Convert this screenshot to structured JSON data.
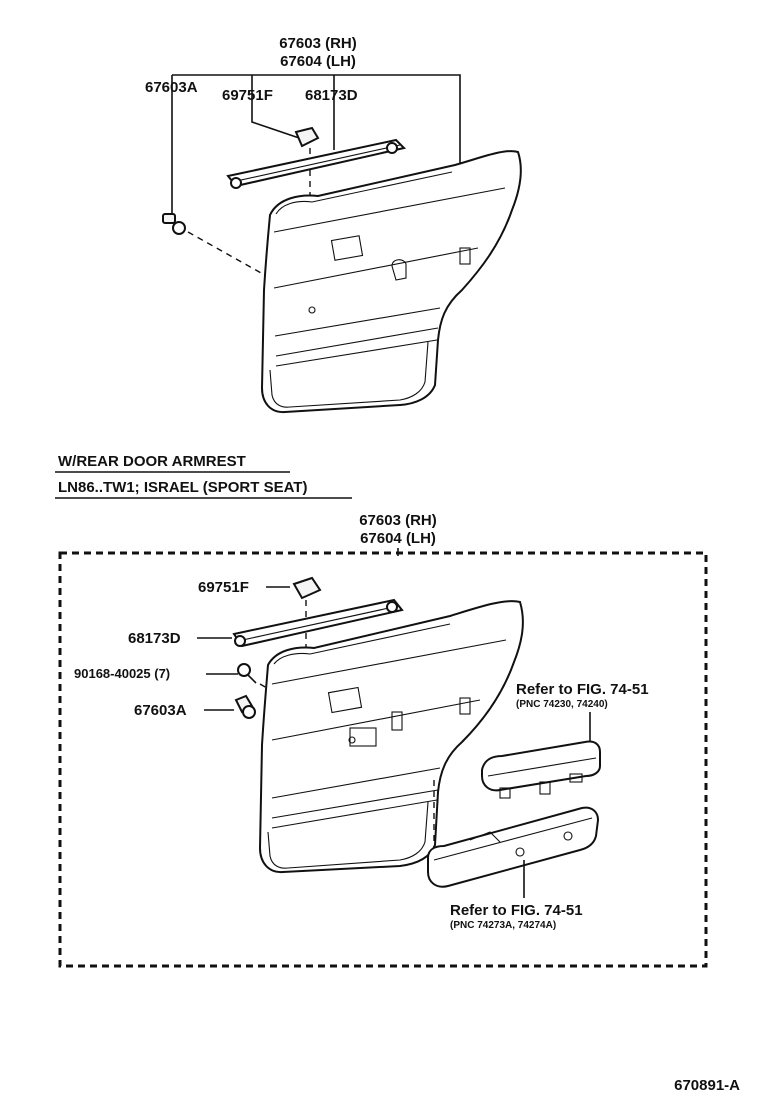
{
  "top_section": {
    "panel_rh": "67603 (RH)",
    "panel_lh": "67604 (LH)",
    "clip_label": "67603A",
    "cover_label": "69751F",
    "weatherstrip_label": "68173D"
  },
  "condition": {
    "line1": "W/REAR  DOOR  ARMREST",
    "line2": "LN86..TW1; ISRAEL (SPORT  SEAT)"
  },
  "bottom_section": {
    "panel_rh": "67603 (RH)",
    "panel_lh": "67604 (LH)",
    "cover_label": "69751F",
    "weatherstrip_label": "68173D",
    "screw_label": "90168-40025 (7)",
    "clip_label": "67603A",
    "armrest_upper_ref": "Refer to FIG. 74-51",
    "armrest_upper_pnc": "(PNC 74230, 74240)",
    "armrest_lower_ref": "Refer to FIG. 74-51",
    "armrest_lower_pnc": "(PNC 74273A, 74274A)"
  },
  "figure_code": "670891-A"
}
